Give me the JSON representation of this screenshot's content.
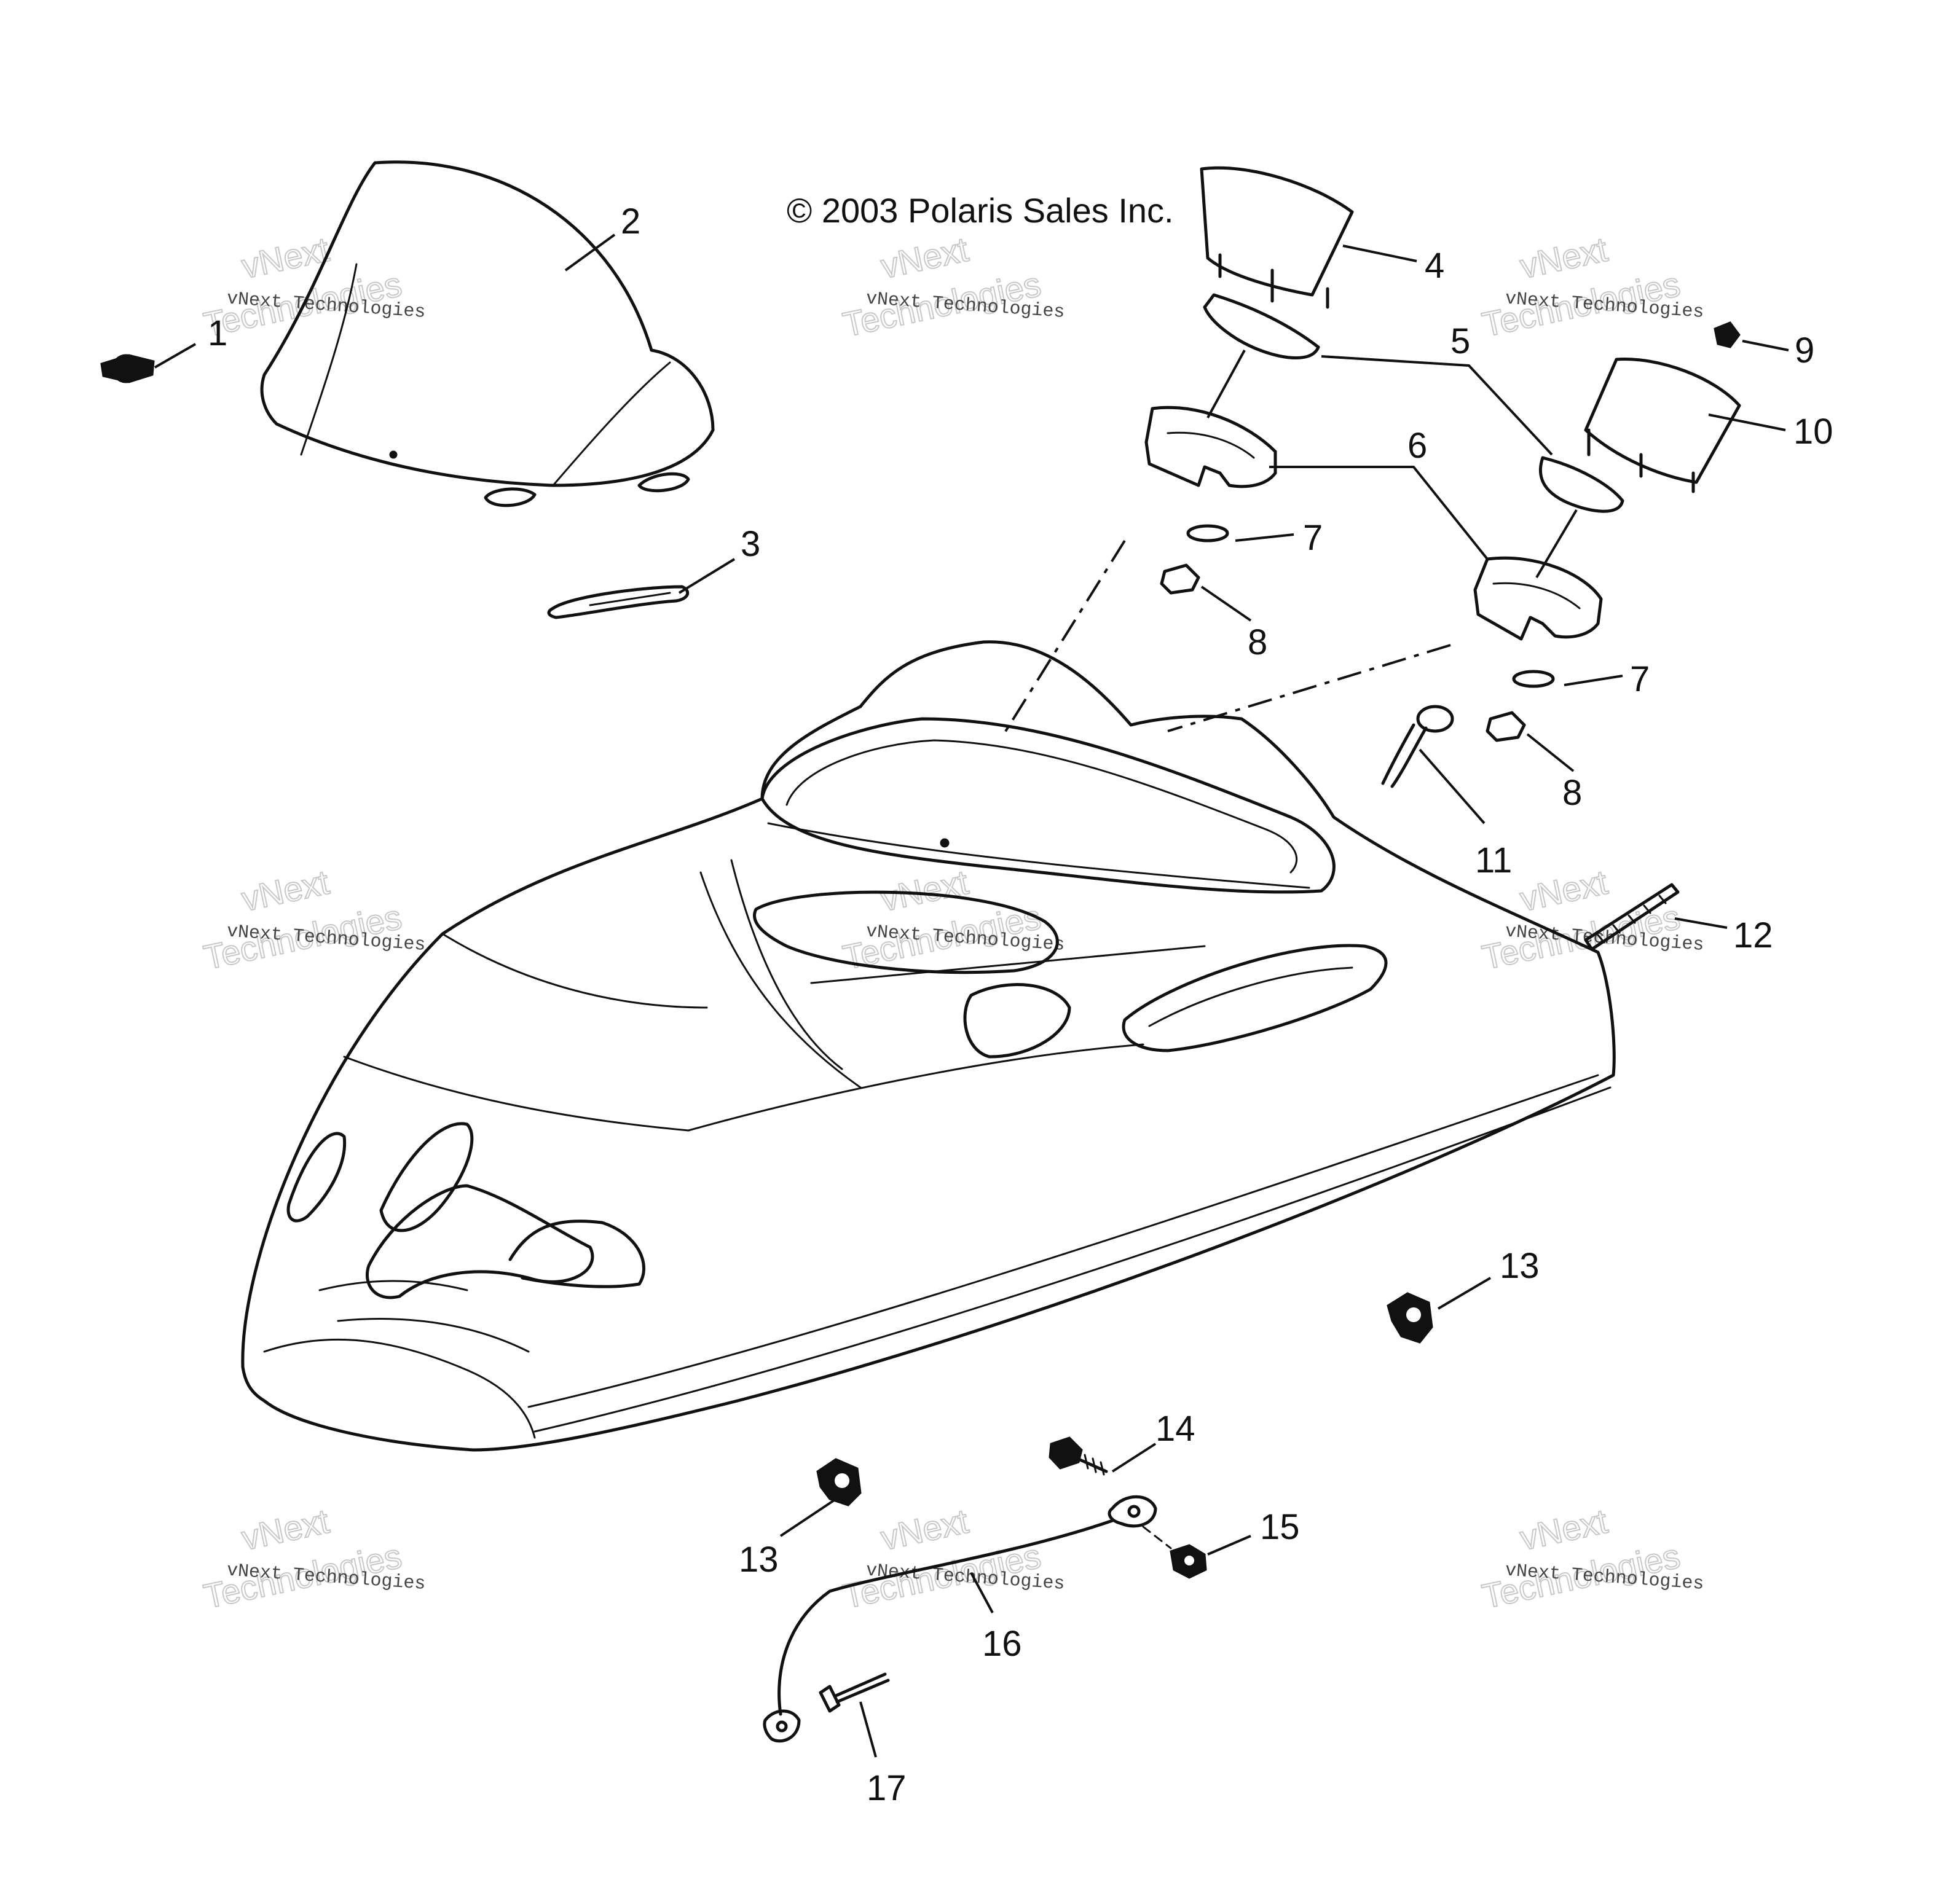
{
  "copyright": "© 2003 Polaris Sales Inc.",
  "watermark": {
    "line1": "vNext Technologies",
    "line2": "vNext",
    "line3": "Technologies"
  },
  "callouts": {
    "c1": "1",
    "c2": "2",
    "c3": "3",
    "c4": "4",
    "c5": "5",
    "c6": "6",
    "c7a": "7",
    "c7b": "7",
    "c8a": "8",
    "c8b": "8",
    "c9": "9",
    "c10": "10",
    "c11": "11",
    "c12": "12",
    "c13a": "13",
    "c13b": "13",
    "c14": "14",
    "c15": "15",
    "c16": "16",
    "c17": "17"
  }
}
